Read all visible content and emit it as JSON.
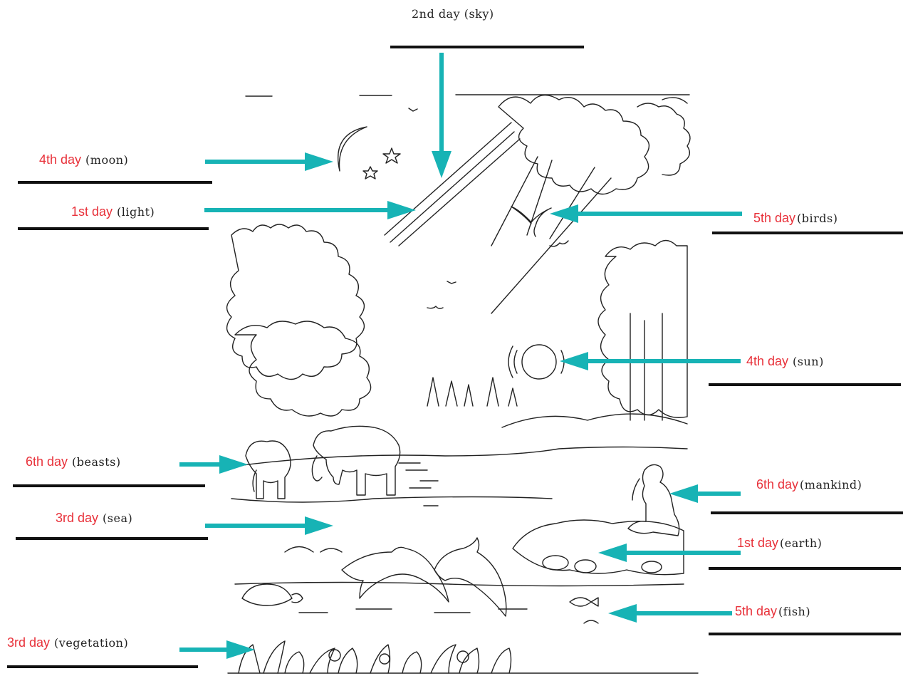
{
  "worksheet": {
    "top_label": "2nd day (sky)",
    "labels": [
      {
        "id": "moon",
        "day": "4th day",
        "item": "(moon)"
      },
      {
        "id": "light",
        "day": "1st day",
        "item": "(light)"
      },
      {
        "id": "birds",
        "day": "5th day",
        "item": "(birds)"
      },
      {
        "id": "sun",
        "day": "4th day",
        "item": "(sun)"
      },
      {
        "id": "beasts",
        "day": "6th day",
        "item": "(beasts)"
      },
      {
        "id": "mankind",
        "day": "6th day",
        "item": "(mankind)"
      },
      {
        "id": "sea",
        "day": "3rd day",
        "item": "(sea)"
      },
      {
        "id": "earth",
        "day": "1st day",
        "item": "(earth)"
      },
      {
        "id": "fish",
        "day": "5th day",
        "item": "(fish)"
      },
      {
        "id": "vegetation",
        "day": "3rd day",
        "item": "(vegetation)"
      }
    ]
  },
  "colors": {
    "arrow": "#17b3b5",
    "day_text": "#e8313a",
    "line": "#111111",
    "drawing": "#222222"
  }
}
